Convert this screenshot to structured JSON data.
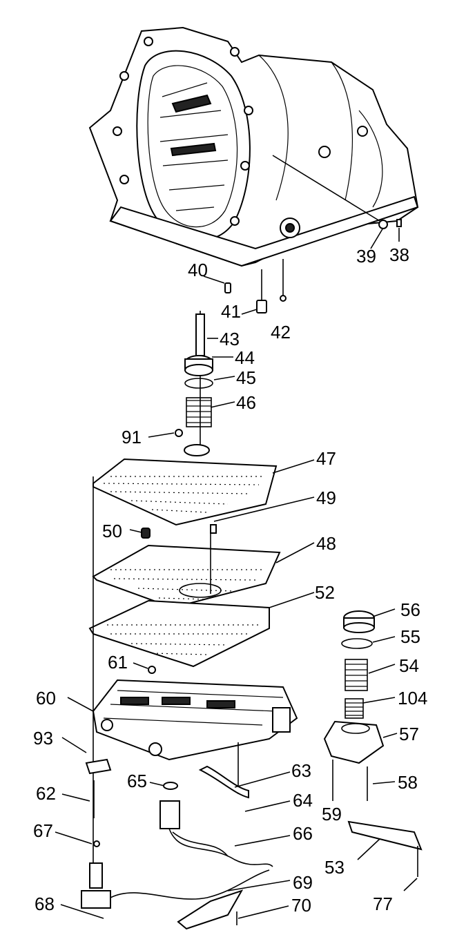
{
  "diagram": {
    "callouts": [
      "38",
      "39",
      "40",
      "41",
      "42",
      "43",
      "44",
      "45",
      "46",
      "91",
      "47",
      "49",
      "50",
      "48",
      "52",
      "56",
      "55",
      "54",
      "104",
      "61",
      "60",
      "57",
      "93",
      "63",
      "58",
      "65",
      "62",
      "64",
      "59",
      "67",
      "66",
      "53",
      "69",
      "68",
      "70",
      "77"
    ]
  }
}
